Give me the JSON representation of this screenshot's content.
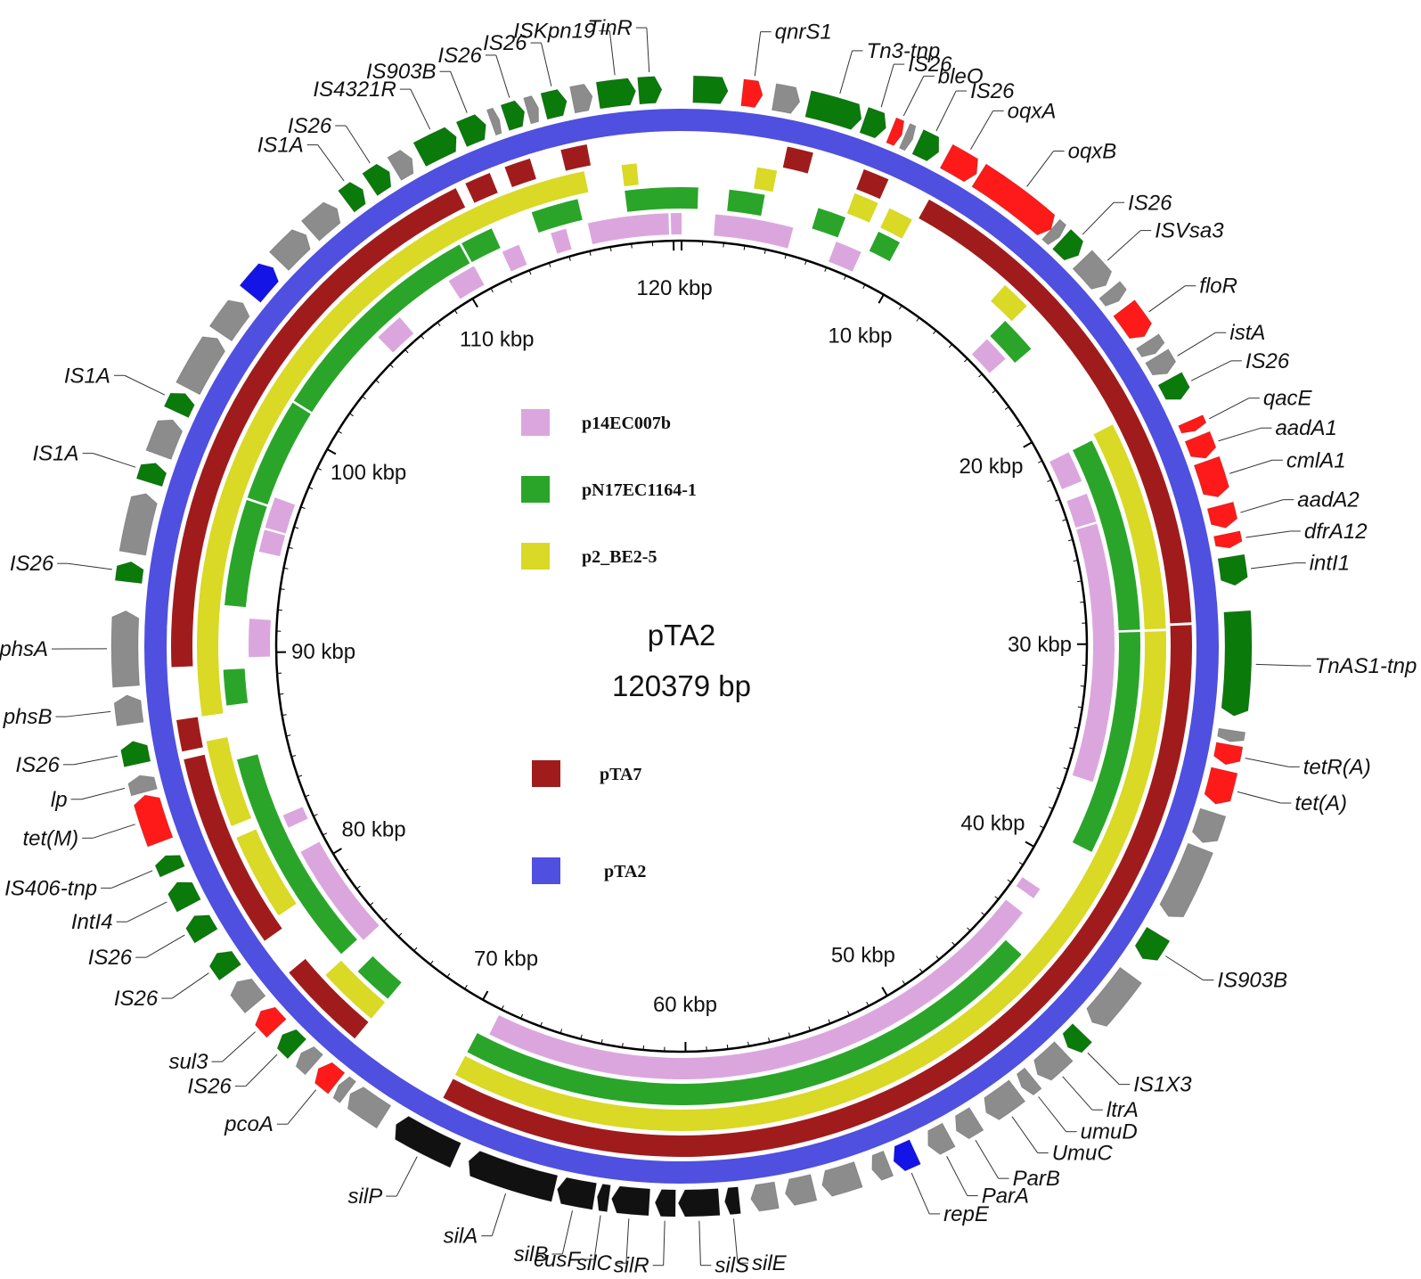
{
  "plasmid": {
    "name": "pTA2",
    "length_label": "120379 bp",
    "length_bp": 120379
  },
  "legend": [
    {
      "label": "p14EC007b",
      "color": "#dba6de"
    },
    {
      "label": "pN17EC1164-1",
      "color": "#2aa52a"
    },
    {
      "label": "p2_BE2-5",
      "color": "#d9d926"
    },
    {
      "label": "pTA7",
      "color": "#a01c1c"
    },
    {
      "label": "pTA2",
      "color": "#4f4fe0"
    }
  ],
  "kbp_ticks": [
    {
      "kb": 10,
      "label": "10 kbp"
    },
    {
      "kb": 20,
      "label": "20 kbp"
    },
    {
      "kb": 30,
      "label": "30 kbp"
    },
    {
      "kb": 40,
      "label": "40 kbp"
    },
    {
      "kb": 50,
      "label": "50 kbp"
    },
    {
      "kb": 60,
      "label": "60 kbp"
    },
    {
      "kb": 70,
      "label": "70 kbp"
    },
    {
      "kb": 80,
      "label": "80 kbp"
    },
    {
      "kb": 90,
      "label": "90 kbp"
    },
    {
      "kb": 100,
      "label": "100 kbp"
    },
    {
      "kb": 110,
      "label": "110 kbp"
    },
    {
      "kb": 120,
      "label": "120 kbp"
    }
  ],
  "colors": {
    "resistance": "#ff1a1a",
    "mobile": "#0a7a0a",
    "other": "#8c8c8c",
    "metal": "#111111",
    "replication": "#1414e6"
  },
  "genes": [
    {
      "name": "qnrS1",
      "start_kb": 2.1,
      "end_kb": 2.8,
      "type": "resistance"
    },
    {
      "name": "Tn3-tnp",
      "start_kb": 4.4,
      "end_kb": 6.3,
      "type": "mobile"
    },
    {
      "name": "IS26",
      "start_kb": 6.4,
      "end_kb": 7.2,
      "type": "mobile"
    },
    {
      "name": "bleO",
      "start_kb": 7.4,
      "end_kb": 7.8,
      "type": "resistance"
    },
    {
      "name": "IS26",
      "start_kb": 8.4,
      "end_kb": 9.2,
      "type": "mobile"
    },
    {
      "name": "oqxA",
      "start_kb": 9.5,
      "end_kb": 10.7,
      "type": "resistance"
    },
    {
      "name": "oqxB",
      "start_kb": 10.8,
      "end_kb": 13.9,
      "type": "resistance"
    },
    {
      "name": "IS26",
      "start_kb": 14.4,
      "end_kb": 15.2,
      "type": "mobile"
    },
    {
      "name": "ISVsa3",
      "start_kb": 15.4,
      "end_kb": 16.6,
      "type": "other"
    },
    {
      "name": "floR",
      "start_kb": 17.6,
      "end_kb": 18.8,
      "type": "resistance"
    },
    {
      "name": "istA",
      "start_kb": 19.6,
      "end_kb": 20.3,
      "type": "other"
    },
    {
      "name": "IS26",
      "start_kb": 20.5,
      "end_kb": 21.3,
      "type": "mobile"
    },
    {
      "name": "qacE",
      "start_kb": 22.1,
      "end_kb": 22.5,
      "type": "resistance"
    },
    {
      "name": "aadA1",
      "start_kb": 22.7,
      "end_kb": 23.5,
      "type": "resistance"
    },
    {
      "name": "cmlA1",
      "start_kb": 23.6,
      "end_kb": 24.9,
      "type": "resistance"
    },
    {
      "name": "aadA2",
      "start_kb": 25.2,
      "end_kb": 26.0,
      "type": "resistance"
    },
    {
      "name": "dfrA12",
      "start_kb": 26.2,
      "end_kb": 26.7,
      "type": "resistance"
    },
    {
      "name": "intI1",
      "start_kb": 27.0,
      "end_kb": 28.0,
      "type": "mobile"
    },
    {
      "name": "TnAS1-tnp",
      "start_kb": 28.9,
      "end_kb": 32.5,
      "type": "mobile"
    },
    {
      "name": "tetR(A)",
      "start_kb": 33.5,
      "end_kb": 34.2,
      "type": "resistance"
    },
    {
      "name": "tet(A)",
      "start_kb": 34.4,
      "end_kb": 35.6,
      "type": "resistance"
    },
    {
      "name": "IS903B",
      "start_kb": 40.5,
      "end_kb": 41.5,
      "type": "mobile"
    },
    {
      "name": "IS1X3",
      "start_kb": 44.8,
      "end_kb": 45.5,
      "type": "mobile"
    },
    {
      "name": "ltrA",
      "start_kb": 45.7,
      "end_kb": 46.9,
      "type": "other"
    },
    {
      "name": "umuD",
      "start_kb": 47.1,
      "end_kb": 47.6,
      "type": "other"
    },
    {
      "name": "UmuC",
      "start_kb": 47.8,
      "end_kb": 49.1,
      "type": "other"
    },
    {
      "name": "ParB",
      "start_kb": 49.5,
      "end_kb": 50.3,
      "type": "other"
    },
    {
      "name": "ParA",
      "start_kb": 50.6,
      "end_kb": 51.4,
      "type": "other"
    },
    {
      "name": "repE",
      "start_kb": 51.9,
      "end_kb": 52.7,
      "type": "replication"
    },
    {
      "name": "silE",
      "start_kb": 58.2,
      "end_kb": 58.7,
      "type": "metal"
    },
    {
      "name": "silS",
      "start_kb": 58.9,
      "end_kb": 60.3,
      "type": "metal"
    },
    {
      "name": "silR",
      "start_kb": 60.4,
      "end_kb": 61.1,
      "type": "metal"
    },
    {
      "name": "silC",
      "start_kb": 61.3,
      "end_kb": 62.6,
      "type": "metal"
    },
    {
      "name": "cusF",
      "start_kb": 62.7,
      "end_kb": 63.1,
      "type": "metal"
    },
    {
      "name": "silB",
      "start_kb": 63.2,
      "end_kb": 64.5,
      "type": "metal"
    },
    {
      "name": "silA",
      "start_kb": 64.6,
      "end_kb": 67.7,
      "type": "metal"
    },
    {
      "name": "silP",
      "start_kb": 68.2,
      "end_kb": 70.5,
      "type": "metal"
    },
    {
      "name": "pcoA",
      "start_kb": 73.0,
      "end_kb": 73.8,
      "type": "resistance"
    },
    {
      "name": "IS26",
      "start_kb": 74.8,
      "end_kb": 75.5,
      "type": "mobile"
    },
    {
      "name": "sul3",
      "start_kb": 75.8,
      "end_kb": 76.6,
      "type": "resistance"
    },
    {
      "name": "IS26",
      "start_kb": 78.3,
      "end_kb": 79.1,
      "type": "mobile"
    },
    {
      "name": "IS26",
      "start_kb": 79.8,
      "end_kb": 80.6,
      "type": "mobile"
    },
    {
      "name": "IntI4",
      "start_kb": 81.0,
      "end_kb": 81.9,
      "type": "mobile"
    },
    {
      "name": "IS406-tnp",
      "start_kb": 82.3,
      "end_kb": 82.9,
      "type": "mobile"
    },
    {
      "name": "tet(M)",
      "start_kb": 83.4,
      "end_kb": 85.1,
      "type": "resistance"
    },
    {
      "name": "lp",
      "start_kb": 85.2,
      "end_kb": 85.8,
      "type": "other"
    },
    {
      "name": "IS26",
      "start_kb": 86.2,
      "end_kb": 87.0,
      "type": "mobile"
    },
    {
      "name": "phsB",
      "start_kb": 87.6,
      "end_kb": 88.6,
      "type": "other"
    },
    {
      "name": "phsA",
      "start_kb": 88.9,
      "end_kb": 91.5,
      "type": "other"
    },
    {
      "name": "IS26",
      "start_kb": 92.5,
      "end_kb": 93.2,
      "type": "mobile"
    },
    {
      "name": "IS1A",
      "start_kb": 96.0,
      "end_kb": 96.7,
      "type": "mobile"
    },
    {
      "name": "IS1A",
      "start_kb": 98.6,
      "end_kb": 99.3,
      "type": "mobile"
    },
    {
      "name": "IS1A",
      "start_kb": 108.0,
      "end_kb": 108.7,
      "type": "mobile"
    },
    {
      "name": "IS26",
      "start_kb": 109.0,
      "end_kb": 109.8,
      "type": "mobile"
    },
    {
      "name": "IS4321R",
      "start_kb": 111.0,
      "end_kb": 112.4,
      "type": "mobile"
    },
    {
      "name": "IS903B",
      "start_kb": 112.6,
      "end_kb": 113.5,
      "type": "mobile"
    },
    {
      "name": "IS26",
      "start_kb": 114.2,
      "end_kb": 114.9,
      "type": "mobile"
    },
    {
      "name": "IS26",
      "start_kb": 115.6,
      "end_kb": 116.4,
      "type": "mobile"
    },
    {
      "name": "ISKpn19",
      "start_kb": 117.5,
      "end_kb": 118.8,
      "type": "mobile"
    },
    {
      "name": "TinR",
      "start_kb": 118.9,
      "end_kb": 119.7,
      "type": "mobile"
    }
  ],
  "unlabeled_genes": [
    {
      "start_kb": 0.4,
      "end_kb": 1.6,
      "type": "mobile"
    },
    {
      "start_kb": 3.2,
      "end_kb": 4.1,
      "type": "other"
    },
    {
      "start_kb": 7.9,
      "end_kb": 8.2,
      "type": "other"
    },
    {
      "start_kb": 13.9,
      "end_kb": 14.3,
      "type": "other"
    },
    {
      "start_kb": 16.8,
      "end_kb": 17.3,
      "type": "other"
    },
    {
      "start_kb": 19.0,
      "end_kb": 19.5,
      "type": "other"
    },
    {
      "start_kb": 33.0,
      "end_kb": 33.4,
      "type": "other"
    },
    {
      "start_kb": 35.9,
      "end_kb": 37.0,
      "type": "other"
    },
    {
      "start_kb": 37.2,
      "end_kb": 39.8,
      "type": "other"
    },
    {
      "start_kb": 42.2,
      "end_kb": 44.3,
      "type": "other"
    },
    {
      "start_kb": 52.9,
      "end_kb": 53.5,
      "type": "other"
    },
    {
      "start_kb": 54.0,
      "end_kb": 55.3,
      "type": "other"
    },
    {
      "start_kb": 55.6,
      "end_kb": 56.6,
      "type": "other"
    },
    {
      "start_kb": 56.9,
      "end_kb": 57.8,
      "type": "other"
    },
    {
      "start_kb": 71.0,
      "end_kb": 72.4,
      "type": "other"
    },
    {
      "start_kb": 72.5,
      "end_kb": 72.9,
      "type": "other"
    },
    {
      "start_kb": 74.0,
      "end_kb": 74.6,
      "type": "other"
    },
    {
      "start_kb": 76.9,
      "end_kb": 77.9,
      "type": "other"
    },
    {
      "start_kb": 93.5,
      "end_kb": 95.6,
      "type": "other"
    },
    {
      "start_kb": 97.0,
      "end_kb": 98.3,
      "type": "other"
    },
    {
      "start_kb": 99.5,
      "end_kb": 101.5,
      "type": "other"
    },
    {
      "start_kb": 101.7,
      "end_kb": 103.0,
      "type": "other"
    },
    {
      "start_kb": 103.4,
      "end_kb": 104.6,
      "type": "replication"
    },
    {
      "start_kb": 104.9,
      "end_kb": 106.2,
      "type": "other"
    },
    {
      "start_kb": 106.4,
      "end_kb": 107.6,
      "type": "other"
    },
    {
      "start_kb": 110.0,
      "end_kb": 110.7,
      "type": "other"
    },
    {
      "start_kb": 113.7,
      "end_kb": 114.0,
      "type": "other"
    },
    {
      "start_kb": 115.0,
      "end_kb": 115.4,
      "type": "other"
    },
    {
      "start_kb": 116.6,
      "end_kb": 117.3,
      "type": "other"
    }
  ],
  "rings": [
    {
      "name": "p14EC007b",
      "color": "#dba6de",
      "segments": [
        [
          1.5,
          5.0
        ],
        [
          7.0,
          8.2
        ],
        [
          15.0,
          16.2
        ],
        [
          21.2,
          22.6
        ],
        [
          23.2,
          24.5
        ],
        [
          24.6,
          36.2
        ],
        [
          41.5,
          42.0
        ],
        [
          42.8,
          69.0
        ],
        [
          76.0,
          80.8
        ],
        [
          82.0,
          82.6
        ],
        [
          89.8,
          91.5
        ],
        [
          94.5,
          95.5
        ],
        [
          95.6,
          97.0
        ],
        [
          105.5,
          106.8
        ],
        [
          109.5,
          110.8
        ],
        [
          112.2,
          113.0
        ],
        [
          114.5,
          115.2
        ],
        [
          116.2,
          119.8
        ],
        [
          119.9,
          120.379
        ]
      ]
    },
    {
      "name": "pN17EC1164-1",
      "color": "#2aa52a",
      "segments": [
        [
          2.0,
          3.5
        ],
        [
          5.8,
          7.0
        ],
        [
          8.5,
          9.5
        ],
        [
          15.0,
          16.6
        ],
        [
          21.2,
          29.4
        ],
        [
          29.5,
          39.0
        ],
        [
          44.2,
          69.5
        ],
        [
          73.5,
          75.2
        ],
        [
          76.2,
          85.5
        ],
        [
          87.8,
          89.3
        ],
        [
          92.0,
          96.5
        ],
        [
          96.6,
          101.0
        ],
        [
          101.1,
          110.7
        ],
        [
          110.8,
          112.2
        ],
        [
          114.0,
          116.0
        ],
        [
          118.0,
          120.379
        ],
        [
          0.0,
          0.7
        ]
      ]
    },
    {
      "name": "p2_BE2-5",
      "color": "#d9d926",
      "segments": [
        [
          7.0,
          8.0
        ],
        [
          8.5,
          9.5
        ],
        [
          14.0,
          15.2
        ],
        [
          21.0,
          29.4
        ],
        [
          29.5,
          69.5
        ],
        [
          73.5,
          76.0
        ],
        [
          79.0,
          82.5
        ],
        [
          83.0,
          86.5
        ],
        [
          87.5,
          116.5
        ],
        [
          118.0,
          118.6
        ],
        [
          3.0,
          3.8
        ]
      ]
    },
    {
      "name": "pTA7",
      "color": "#a01c1c",
      "segments": [
        [
          4.0,
          5.0
        ],
        [
          7.0,
          8.0
        ],
        [
          9.7,
          29.2
        ],
        [
          29.3,
          69.5
        ],
        [
          73.5,
          77.0
        ],
        [
          78.5,
          86.0
        ],
        [
          86.3,
          87.5
        ],
        [
          89.5,
          111.6
        ],
        [
          112.0,
          113.0
        ],
        [
          113.6,
          114.6
        ],
        [
          115.8,
          116.8
        ]
      ]
    },
    {
      "name": "pTA2",
      "color": "#4f4fe0",
      "segments": [
        [
          0.0,
          120.379
        ]
      ]
    }
  ]
}
